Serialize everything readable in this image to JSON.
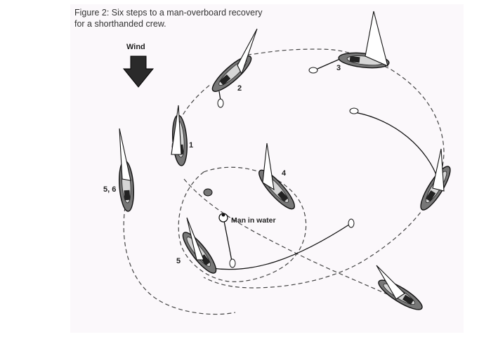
{
  "caption": {
    "line1": "Figure 2: Six steps to a man-overboard recovery",
    "line2": "for a shorthanded crew."
  },
  "wind": {
    "label": "Wind"
  },
  "labels": {
    "step1": "1",
    "step2": "2",
    "step3": "3",
    "step4": "4",
    "step5": "5",
    "step56": "5, 6",
    "man": "Man in water"
  },
  "colors": {
    "paper": "#fbf8fb",
    "ink": "#111111",
    "hull": "#777777",
    "cabin": "#222222"
  }
}
